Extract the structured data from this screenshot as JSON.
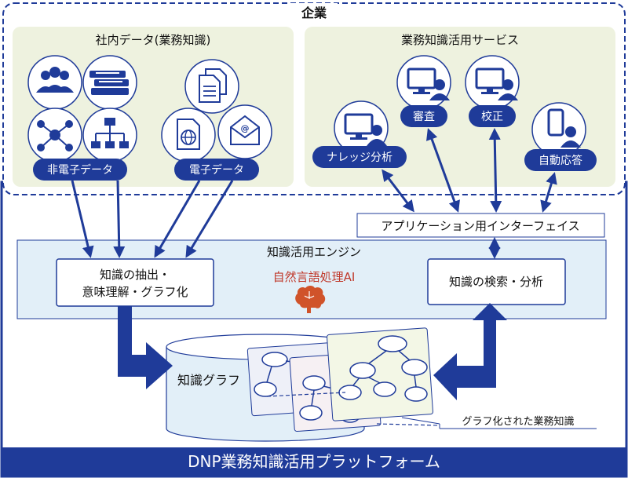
{
  "enterprise": {
    "title": "企業"
  },
  "internal_data": {
    "title": "社内データ(業務知識)",
    "non_electronic_label": "非電子データ",
    "electronic_label": "電子データ"
  },
  "services": {
    "title": "業務知識活用サービス",
    "knowledge_analysis": "ナレッジ分析",
    "review": "審査",
    "proofreading": "校正",
    "auto_response": "自動応答"
  },
  "api": {
    "label": "アプリケーション用インターフェイス"
  },
  "engine": {
    "title": "知識活用エンジン",
    "extraction_line1": "知識の抽出・",
    "extraction_line2": "意味理解・グラフ化",
    "nlp": "自然言語処理AI",
    "search": "知識の検索・分析"
  },
  "graph": {
    "label": "知識グラフ",
    "caption": "グラフ化された業務知識"
  },
  "platform": {
    "title": "DNP業務知識活用プラットフォーム"
  },
  "colors": {
    "navy": "#1f3b99",
    "light_green": "#eef2df",
    "light_blue": "#e2eff8",
    "nlp_red": "#c0392b",
    "brain_orange": "#d0532a"
  },
  "icons": [
    "people-icon",
    "books-icon",
    "network-icon",
    "org-chart-icon",
    "documents-icon",
    "web-document-icon",
    "email-icon",
    "monitor-user-icon",
    "smartphone-user-icon",
    "brain-icon"
  ]
}
